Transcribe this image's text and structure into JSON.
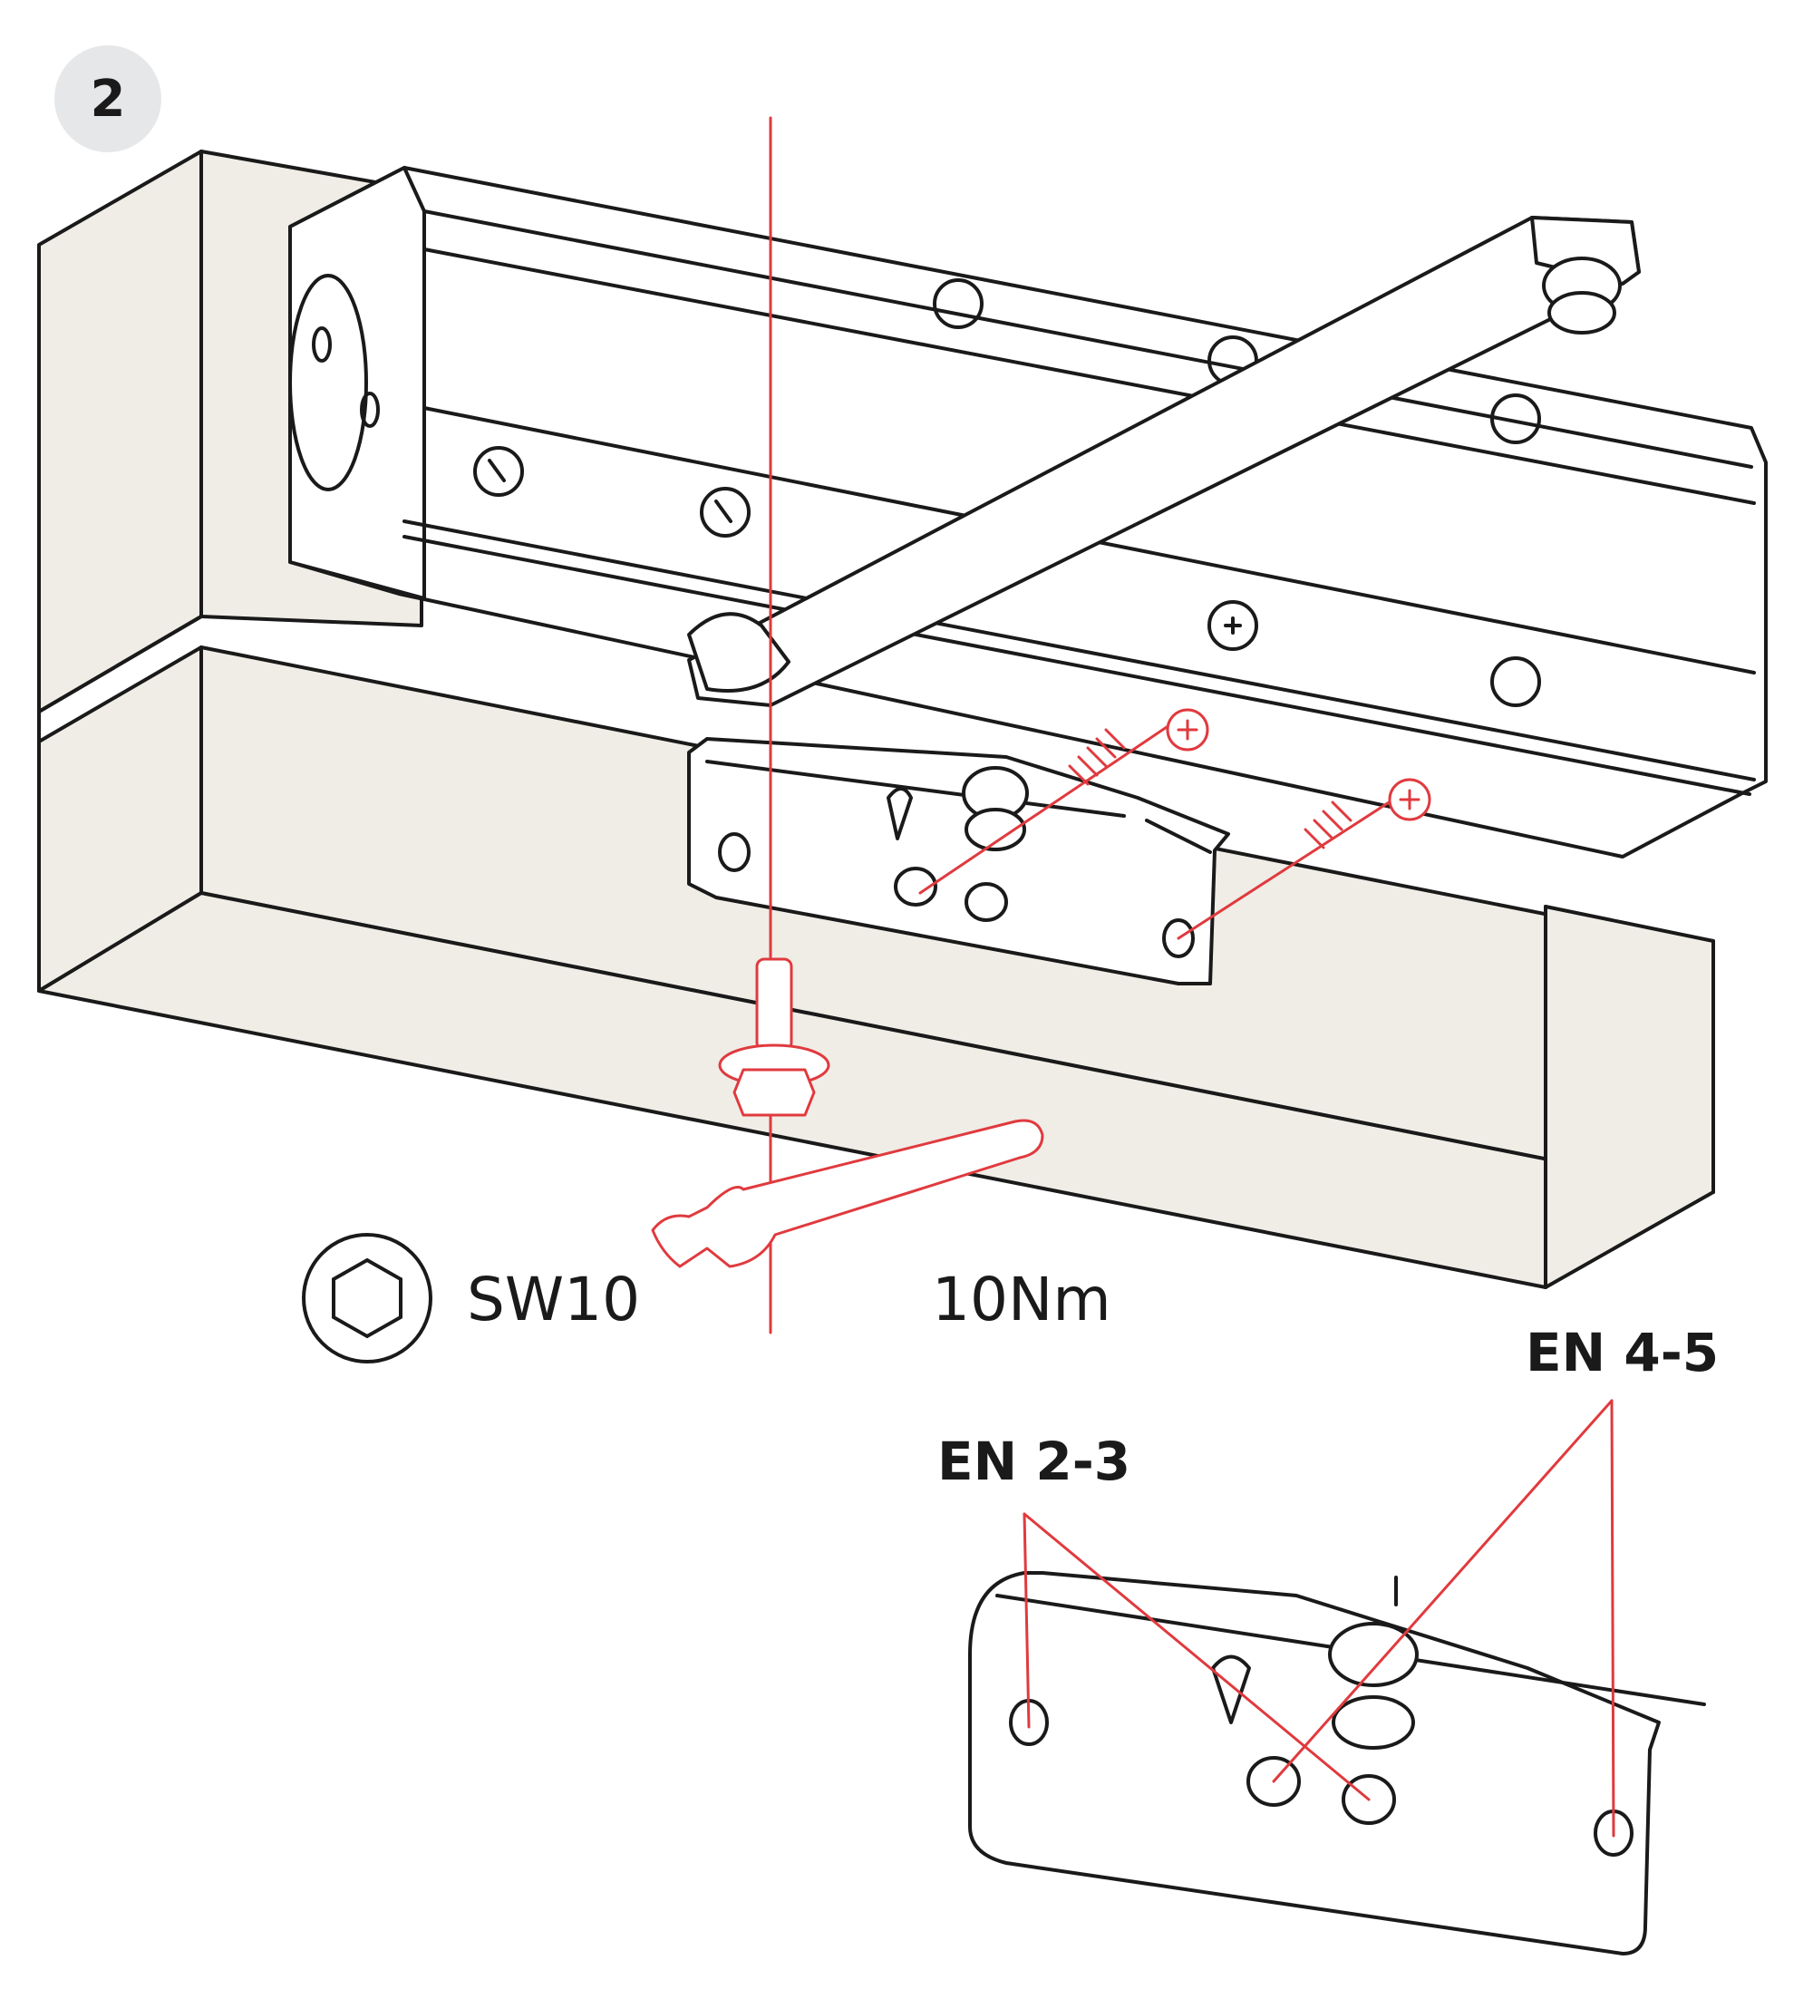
{
  "step": {
    "number": "2"
  },
  "tool": {
    "icon": "hex-key-icon",
    "size_label": "SW10",
    "torque_label": "10Nm"
  },
  "detail": {
    "en_high_label": "EN 4-5",
    "en_low_label": "EN 2-3"
  },
  "colors": {
    "stroke": "#1a1a1a",
    "accent": "#e03a3e",
    "surface": "#efede6",
    "badge": "#e6e7e9"
  }
}
